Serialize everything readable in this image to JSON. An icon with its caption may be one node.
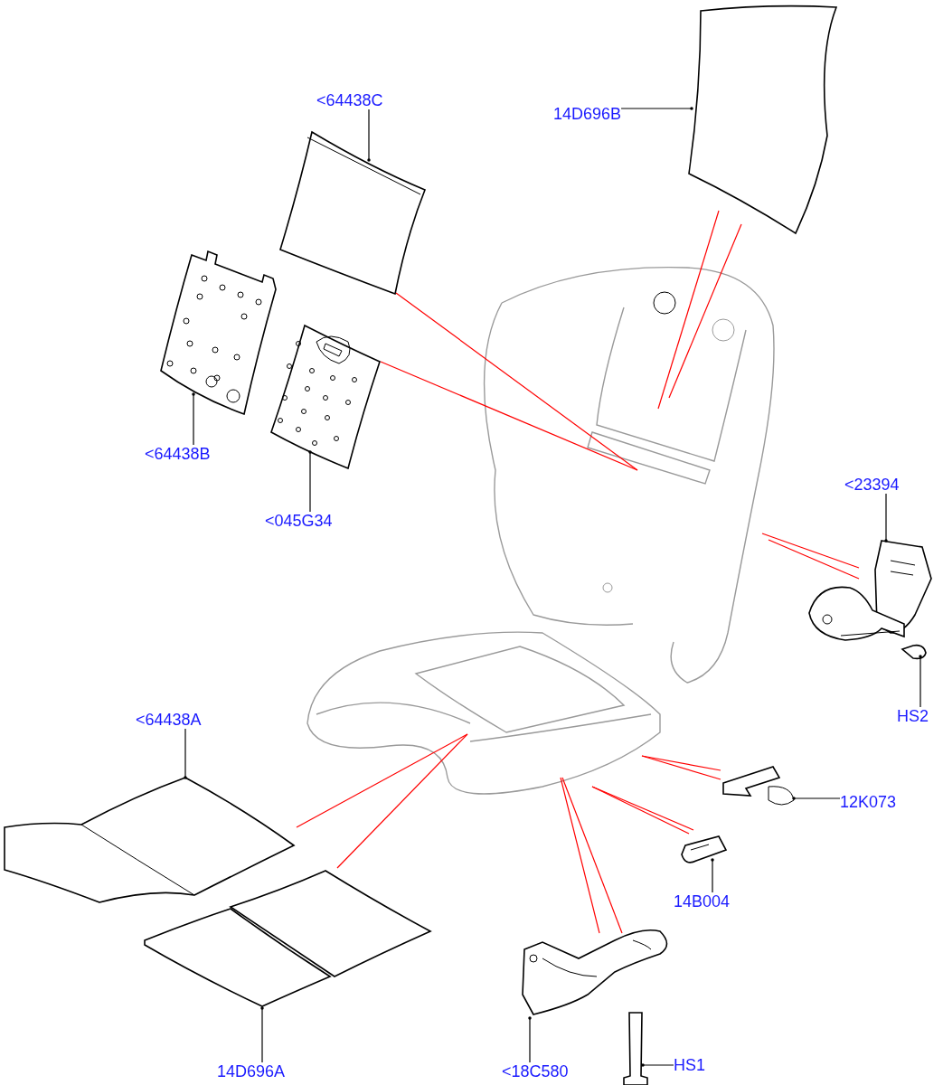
{
  "diagram": {
    "nodes": [
      {
        "text": [
          "14D696B"
        ]
      },
      {
        "text": [],
        "shape": "picture"
      },
      {
        "text": [
          "<64438C"
        ]
      },
      {
        "text": [],
        "shape": "picture"
      },
      {
        "text": [
          "<64438B"
        ]
      },
      {
        "text": [],
        "shape": "picture"
      },
      {
        "text": [
          "<045G34"
        ]
      },
      {
        "text": [],
        "shape": "picture"
      },
      {
        "text": [],
        "shape": "picture"
      },
      {
        "text": [
          "<23394"
        ]
      },
      {
        "text": [],
        "shape": "picture"
      },
      {
        "text": [
          "HS2"
        ]
      },
      {
        "text": [],
        "shape": "picture"
      },
      {
        "text": [
          "<64438A"
        ]
      },
      {
        "text": [],
        "shape": "picture"
      },
      {
        "text": [
          "12K073"
        ]
      },
      {
        "text": [],
        "shape": "picture"
      },
      {
        "text": [
          "14B004"
        ]
      },
      {
        "text": [],
        "shape": "picture"
      },
      {
        "text": [
          "14D696A"
        ]
      },
      {
        "text": [],
        "shape": "picture"
      },
      {
        "text": [
          "<18C580"
        ]
      },
      {
        "text": [],
        "shape": "picture"
      },
      {
        "text": [
          "HS1"
        ]
      },
      {
        "text": [],
        "shape": "picture"
      }
    ],
    "edges": [
      {
        "from": 0,
        "to": 1,
        "arrow": "other",
        "color": "#000000"
      },
      {
        "from": 2,
        "to": 3,
        "arrow": "other",
        "color": "#000000"
      },
      {
        "from": 4,
        "to": 5,
        "arrow": "other",
        "color": "#000000"
      },
      {
        "from": 6,
        "to": 7,
        "arrow": "other",
        "color": "#000000"
      },
      {
        "from": 9,
        "to": 10,
        "arrow": "other",
        "color": "#000000"
      },
      {
        "from": 11,
        "to": 12,
        "arrow": "other",
        "color": "#000000"
      },
      {
        "from": 13,
        "to": 14,
        "arrow": "other",
        "color": "#000000"
      },
      {
        "from": 15,
        "to": 16,
        "arrow": "other",
        "color": "#000000"
      },
      {
        "from": 17,
        "to": 18,
        "arrow": "other",
        "color": "#000000"
      },
      {
        "from": 19,
        "to": 20,
        "arrow": "other",
        "color": "#000000"
      },
      {
        "from": 21,
        "to": 22,
        "arrow": "other",
        "color": "#000000"
      },
      {
        "from": 23,
        "to": 24,
        "arrow": "other",
        "color": "#000000"
      },
      {
        "from": 1,
        "to": 8,
        "arrow": "none"
      },
      {
        "from": 1,
        "to": 8,
        "arrow": "none"
      },
      {
        "from": 3,
        "to": 8,
        "arrow": "none"
      },
      {
        "from": 7,
        "to": 8,
        "arrow": "none"
      },
      {
        "from": 10,
        "to": 8,
        "arrow": "none"
      },
      {
        "from": 10,
        "to": 8,
        "arrow": "none"
      },
      {
        "from": 14,
        "to": 8,
        "arrow": "none"
      },
      {
        "from": 20,
        "to": 8,
        "arrow": "none"
      },
      {
        "from": 16,
        "to": 8,
        "arrow": "none"
      },
      {
        "from": 16,
        "to": 8,
        "arrow": "none"
      },
      {
        "from": 18,
        "to": 8,
        "arrow": "none"
      },
      {
        "from": 18,
        "to": 8,
        "arrow": "none"
      },
      {
        "from": 22,
        "to": 8,
        "arrow": "none"
      },
      {
        "from": 22,
        "to": 8,
        "arrow": "none"
      }
    ]
  }
}
